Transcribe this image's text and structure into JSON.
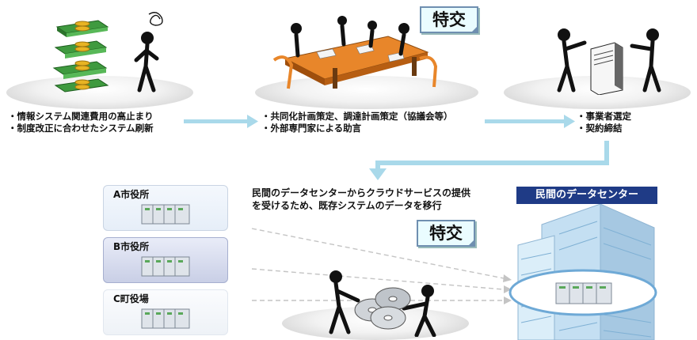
{
  "steps": [
    {
      "lines": [
        "・情報システム関連費用の高止まり",
        "・制度改正に合わせたシステム刷新"
      ]
    },
    {
      "lines": [
        "・共同化計画策定、調達計画策定（協議会等）",
        "・外部専門家による助言"
      ]
    },
    {
      "lines": [
        "・事業者選定",
        "・契約締結"
      ]
    }
  ],
  "badges": {
    "top": "特交",
    "middle": "特交"
  },
  "migration_text": [
    "民間のデータセンターからクラウドサービスの提供",
    "を受けるため、既存システムのデータを移行"
  ],
  "offices": [
    {
      "label": "A市役所"
    },
    {
      "label": "B市役所"
    },
    {
      "label": "C町役場"
    }
  ],
  "datacenter_label": "民間のデータセンター",
  "colors": {
    "arrow": "#a9d9ea",
    "badge_bg": "#eafcff",
    "dc_title_bg": "#1f3b86",
    "building": "#cfe6f5"
  }
}
